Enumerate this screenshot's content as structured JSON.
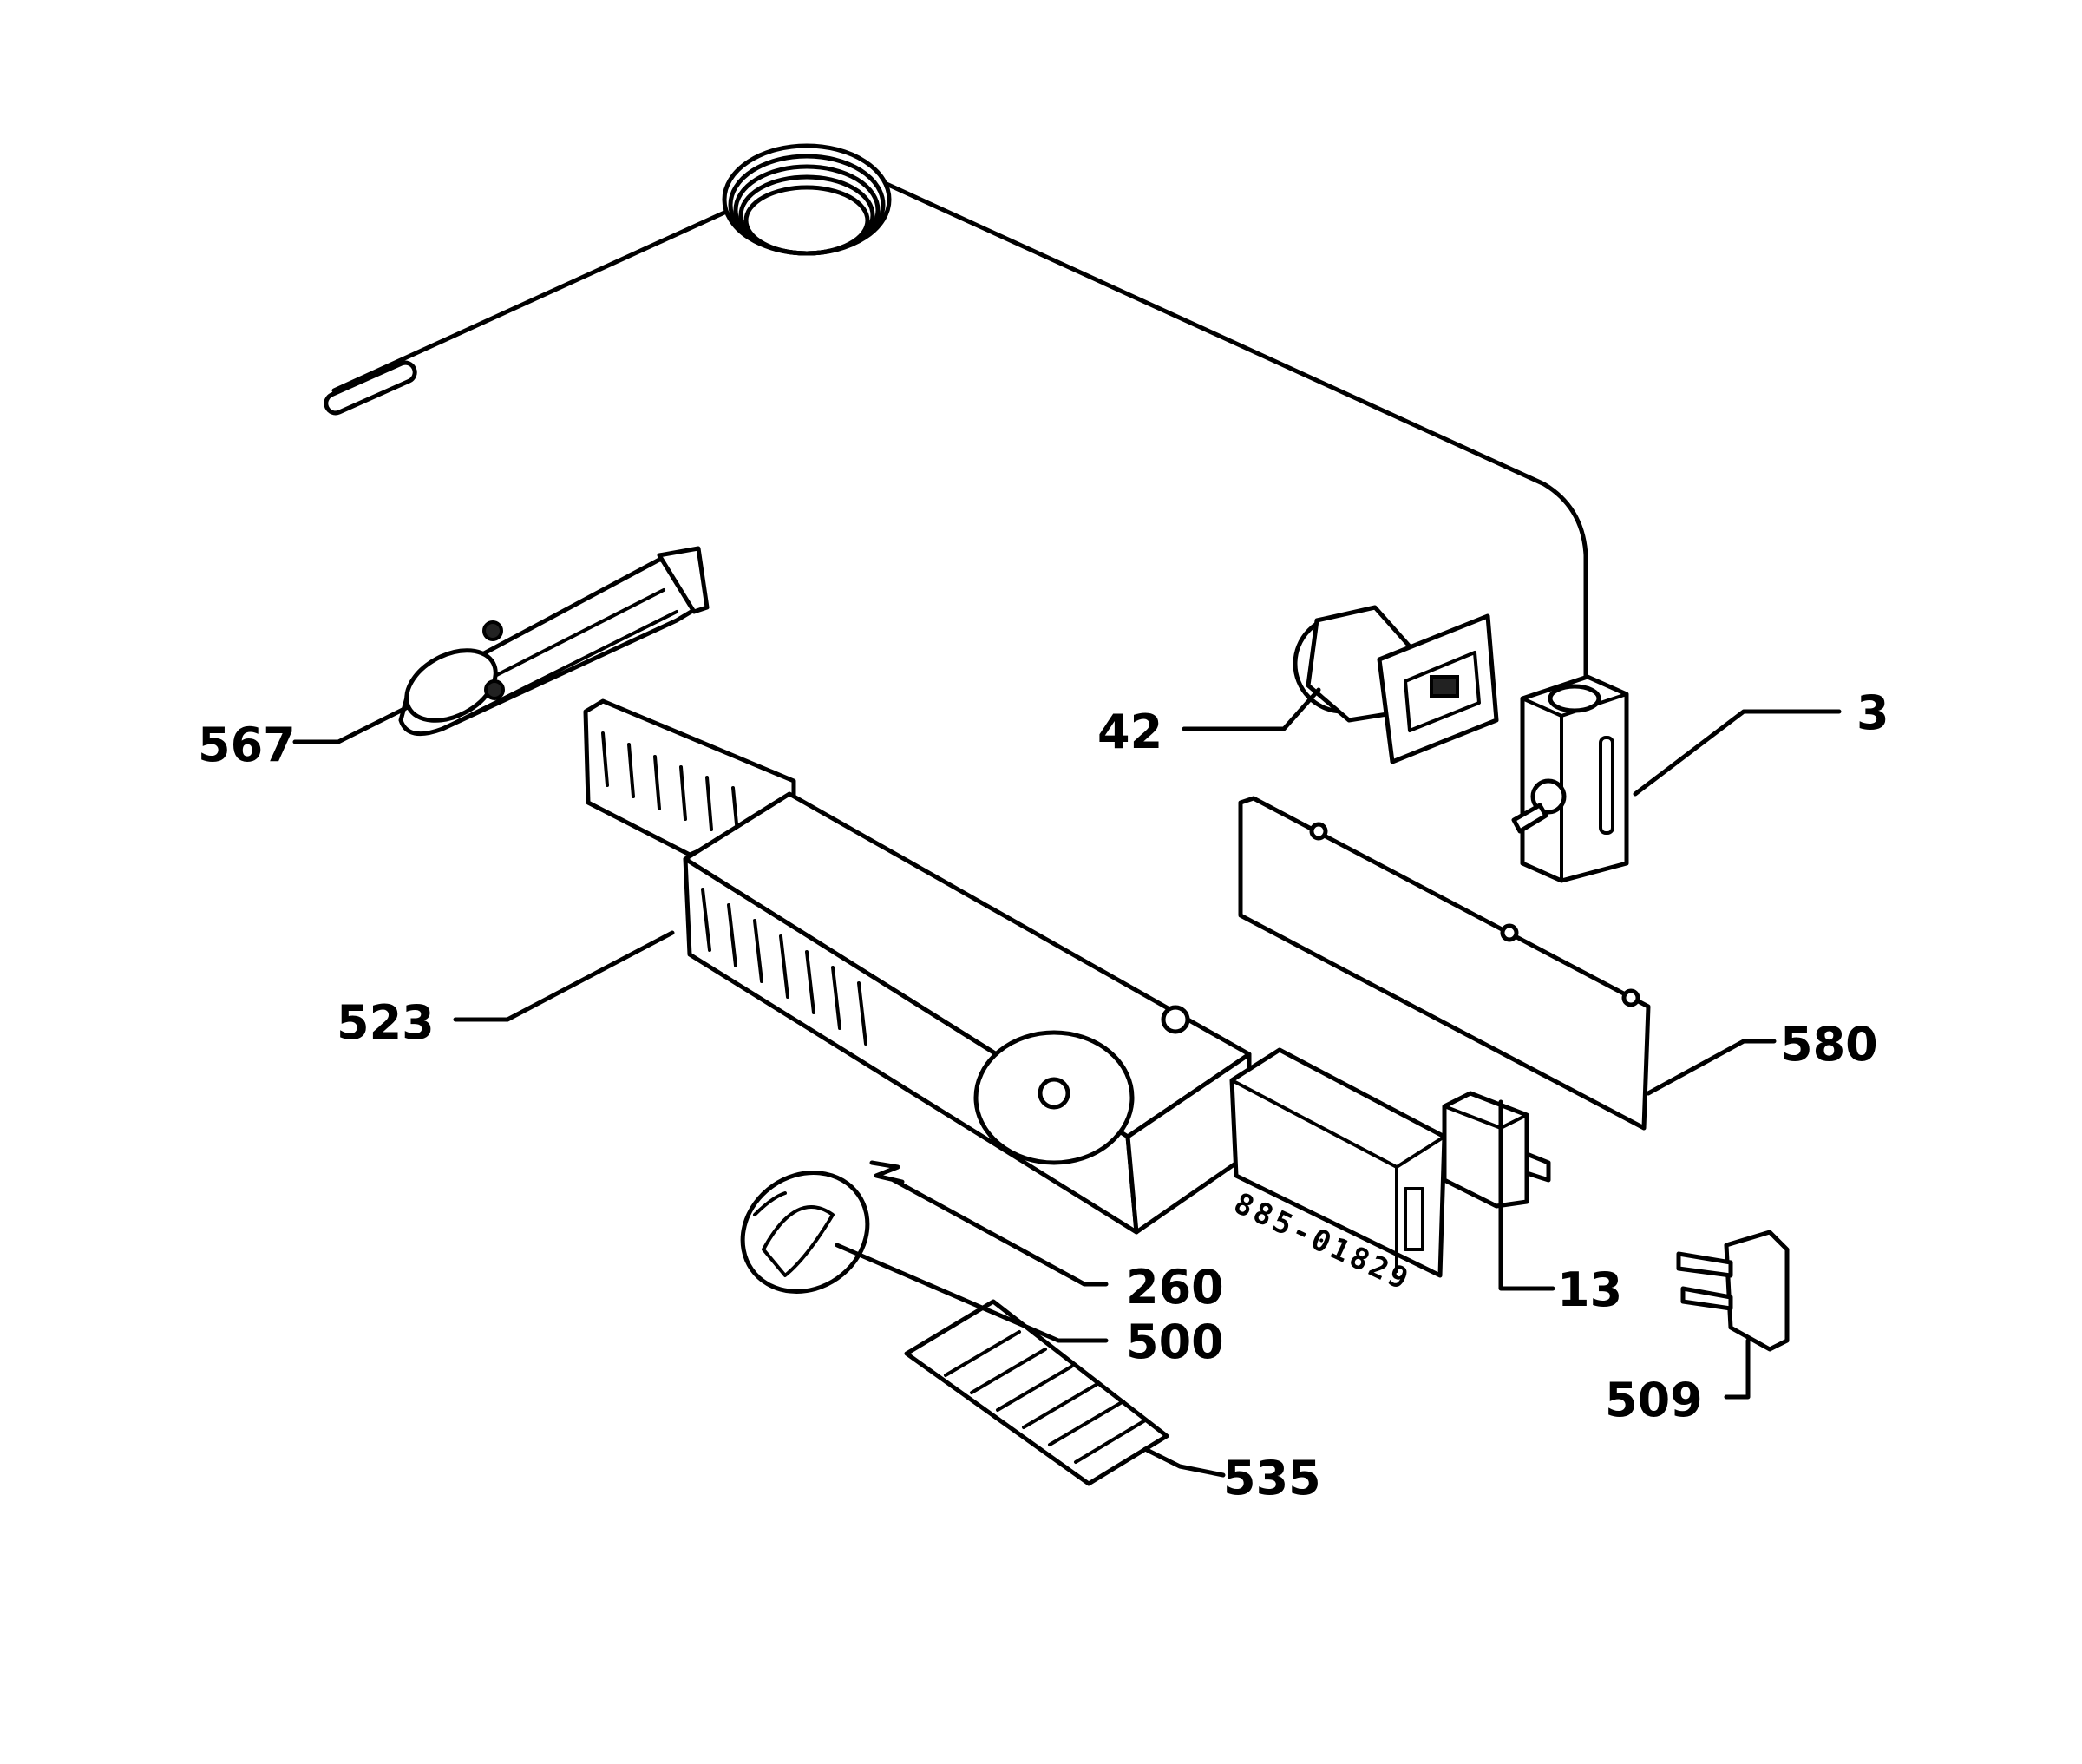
{
  "callouts": {
    "c3": "3",
    "c13": "13",
    "c42": "42",
    "c260": "260",
    "c500": "500",
    "c509": "509",
    "c523": "523",
    "c535": "535",
    "c567": "567",
    "c580": "580"
  },
  "module_stamp": "885-01829",
  "colors": {
    "ink": "#000000",
    "paper": "#ffffff"
  }
}
